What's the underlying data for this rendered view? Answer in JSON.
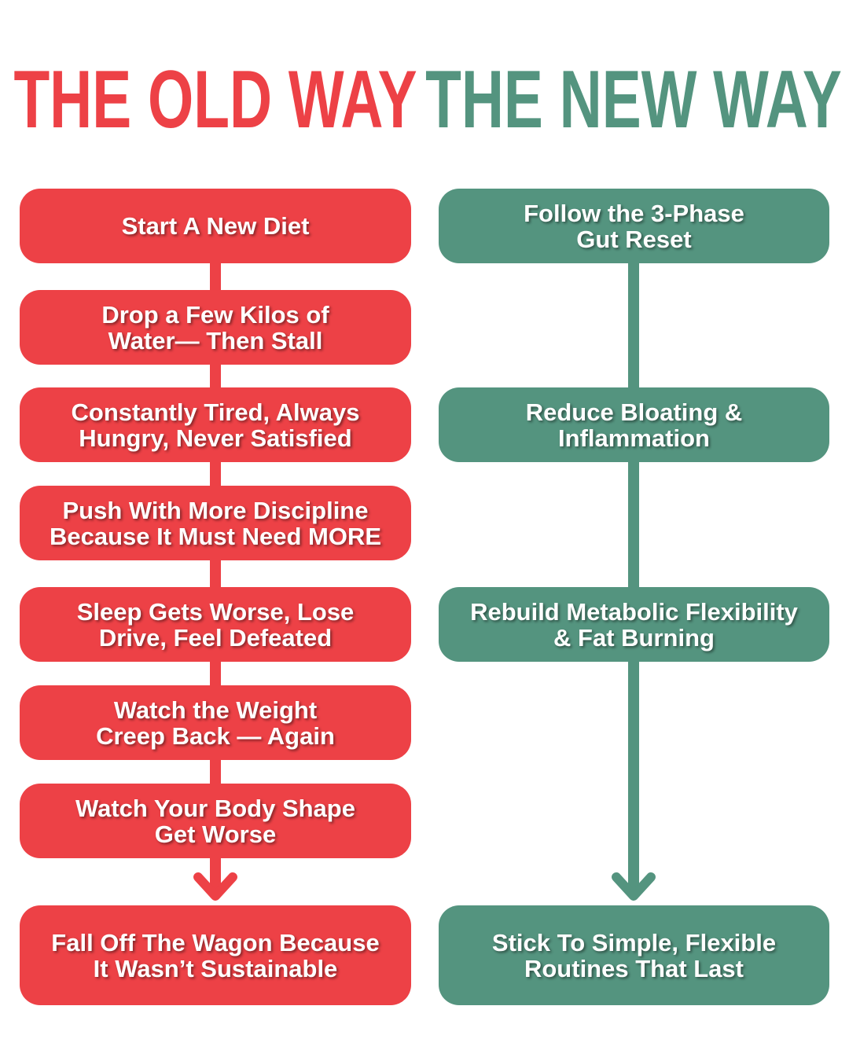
{
  "colors": {
    "old": "#ed4146",
    "new": "#54947f",
    "background": "#ffffff"
  },
  "old_way": {
    "title": "THE OLD WAY",
    "steps": [
      "Start A New Diet",
      "Drop a Few Kilos of\nWater— Then Stall",
      "Constantly Tired, Always\nHungry, Never Satisfied",
      "Push With More Discipline\nBecause It Must Need MORE",
      "Sleep Gets Worse, Lose\nDrive, Feel Defeated",
      "Watch the Weight\nCreep Back — Again",
      "Watch Your Body Shape\nGet Worse",
      "Fall Off The Wagon Because\nIt Wasn’t Sustainable"
    ]
  },
  "new_way": {
    "title": "THE NEW WAY",
    "steps": [
      "Follow the 3-Phase\nGut Reset",
      "Reduce Bloating &\nInflammation",
      "Rebuild Metabolic Flexibility\n& Fat Burning",
      "Stick To Simple, Flexible\nRoutines That Last"
    ]
  },
  "icons": {
    "old_connector": "arrow-down-icon",
    "new_connector": "arrow-down-icon"
  }
}
